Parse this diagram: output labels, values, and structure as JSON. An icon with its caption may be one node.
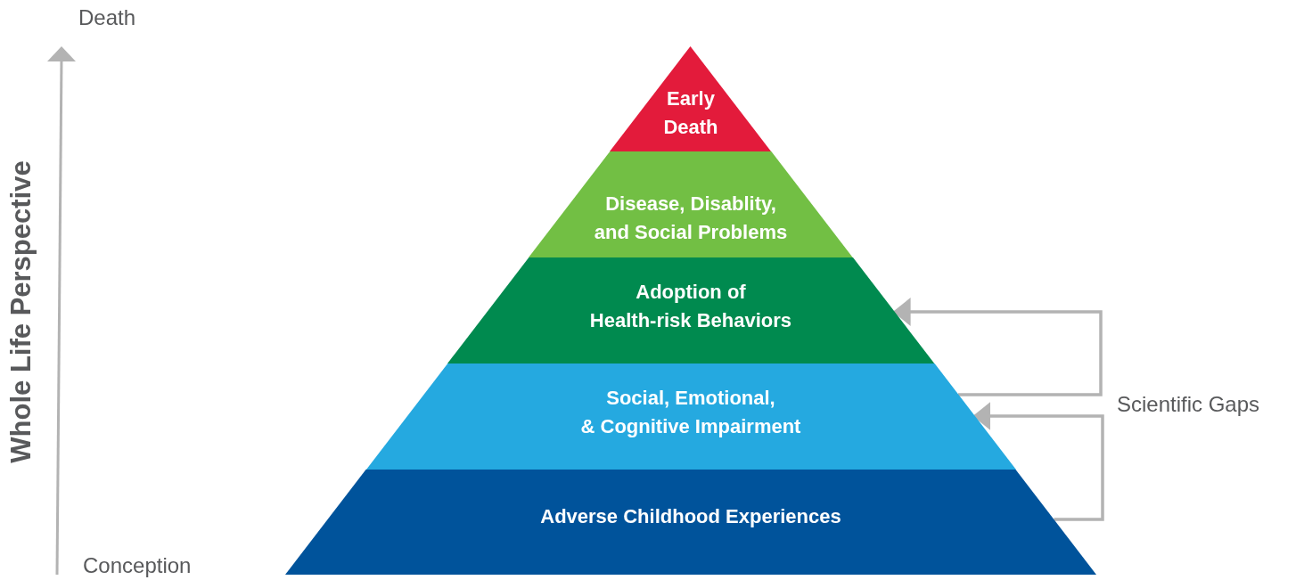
{
  "diagram": {
    "nodes": [
      {
        "text": [
          "Early Death"
        ]
      },
      {
        "text": [
          "Disease, Disablity, and Social Problems"
        ]
      },
      {
        "text": [
          "Adoption of Health-risk Behaviors"
        ]
      },
      {
        "text": [
          "Social, Emotional, & Cognitive Impairment"
        ]
      },
      {
        "text": [
          "Adverse Childhood Experiences"
        ]
      }
    ],
    "edges": [
      {
        "from": 3,
        "to": 2,
        "arrow": "to"
      },
      {
        "from": 4,
        "to": 3,
        "arrow": "to"
      }
    ],
    "labels": [
      "Death",
      "Whole Life Perspective",
      "Conception",
      "Scientific Gaps"
    ]
  }
}
